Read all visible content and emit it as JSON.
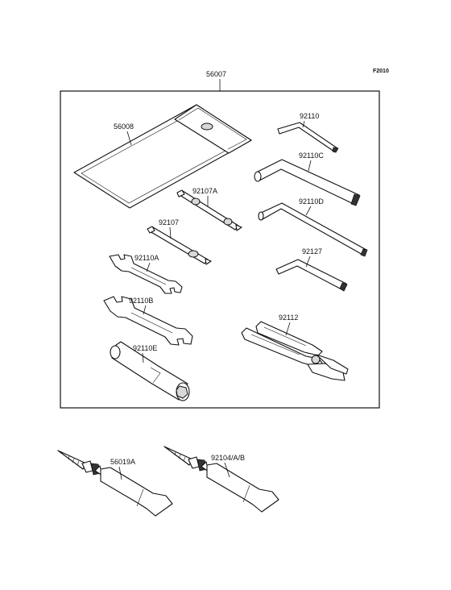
{
  "figure_code": "F2010",
  "kit": {
    "part_number": "56007"
  },
  "parts": [
    {
      "id": "tool-bag",
      "label": "56008"
    },
    {
      "id": "hex-wrench-small",
      "label": "92110"
    },
    {
      "id": "hex-wrench-large",
      "label": "92110C"
    },
    {
      "id": "screwdriver-bit",
      "label": "92107A"
    },
    {
      "id": "hex-wrench-long",
      "label": "92110D"
    },
    {
      "id": "screwdriver-handle",
      "label": "92107"
    },
    {
      "id": "hex-wrench-mini",
      "label": "92127"
    },
    {
      "id": "open-wrench-a",
      "label": "92110A"
    },
    {
      "id": "open-wrench-b",
      "label": "92110B"
    },
    {
      "id": "pliers",
      "label": "92112"
    },
    {
      "id": "spark-plug-wrench",
      "label": "92110E"
    }
  ],
  "supplies": [
    {
      "id": "grease-tube-1",
      "label": "56019A"
    },
    {
      "id": "grease-tube-2",
      "label": "92104/A/B"
    }
  ],
  "colors": {
    "line": "#111111",
    "background": "#ffffff",
    "shade": "#d8d8d8"
  }
}
